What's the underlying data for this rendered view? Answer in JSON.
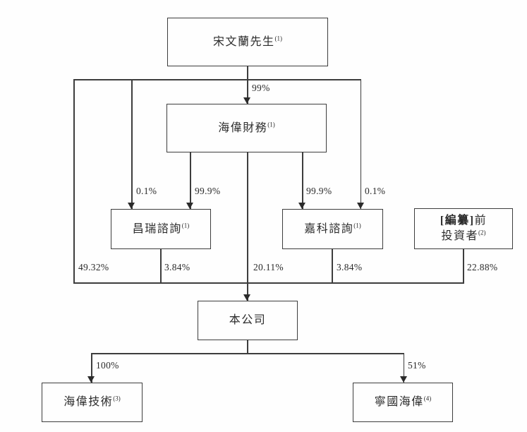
{
  "diagram": {
    "title_semantic": "shareholding-structure-chart",
    "colors": {
      "background": "#fefefe",
      "line": "#3d3d3d",
      "text": "#2b2b2b"
    },
    "nodes": {
      "song": {
        "label": "宋文蘭先生",
        "sup": "(1)"
      },
      "haiwei_finance": {
        "label": "海偉財務",
        "sup": "(1)"
      },
      "changrui": {
        "label": "昌瑞諮詢",
        "sup": "(1)"
      },
      "jiake": {
        "label": "嘉科諮詢",
        "sup": "(1)"
      },
      "pre_investors": {
        "bold": "[編纂]",
        "rest": "前",
        "line2": "投資者",
        "sup": "(2)"
      },
      "company": {
        "label": "本公司"
      },
      "haiwei_tech": {
        "label": "海偉技術",
        "sup": "(3)"
      },
      "ningguo_haiwei": {
        "label": "寧國海偉",
        "sup": "(4)"
      }
    },
    "edges": {
      "song_to_finance": "99%",
      "song_to_changrui": "0.1%",
      "finance_to_changrui": "99.9%",
      "finance_to_jiake": "99.9%",
      "song_to_jiake": "0.1%",
      "song_to_company": "49.32%",
      "changrui_to_company": "3.84%",
      "finance_to_company": "20.11%",
      "jiake_to_company": "3.84%",
      "investors_to_company": "22.88%",
      "company_to_tech": "100%",
      "company_to_ningguo": "51%"
    }
  }
}
